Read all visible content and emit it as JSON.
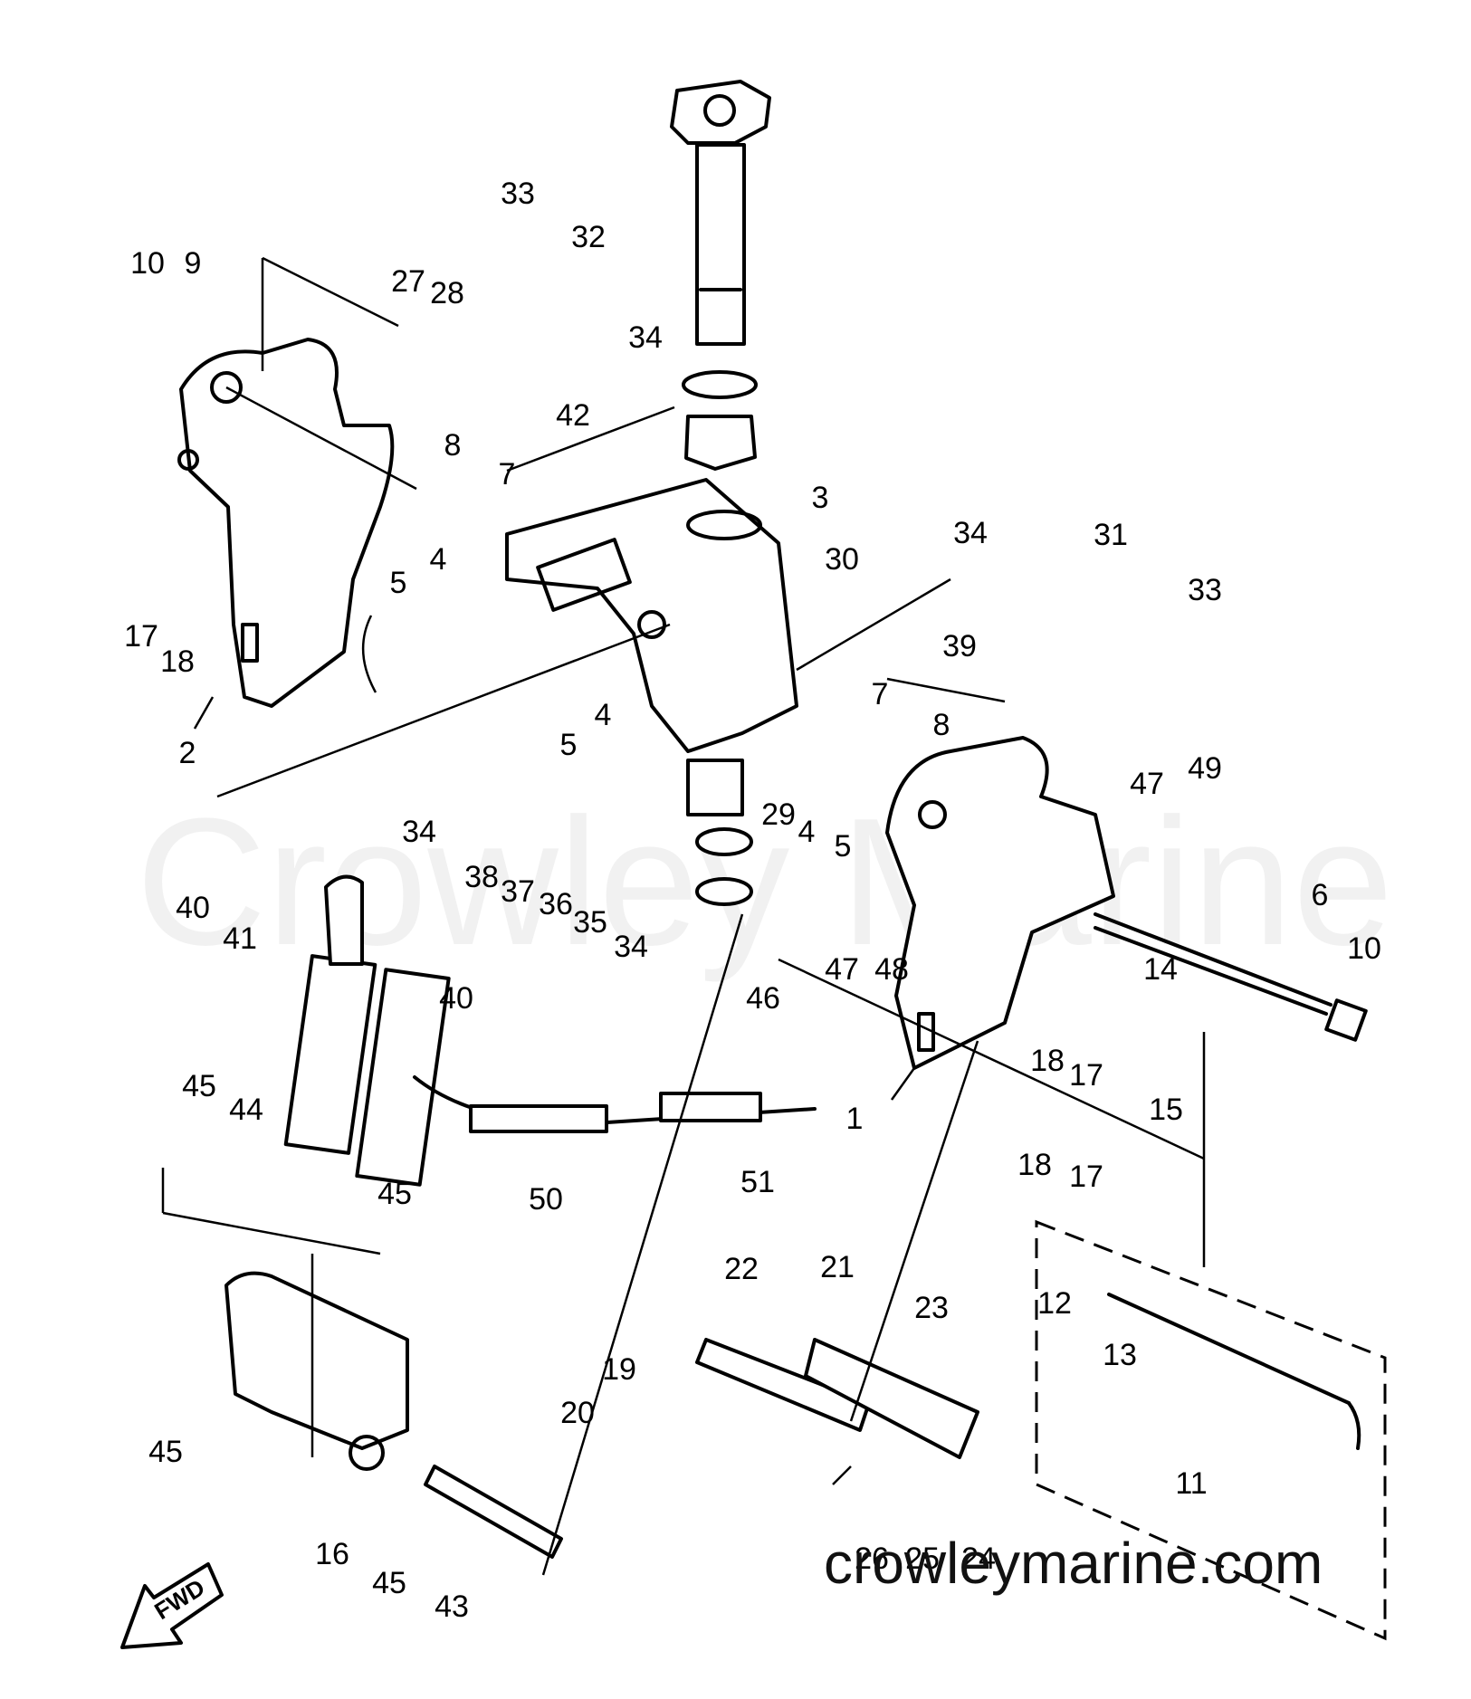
{
  "diagram": {
    "watermark": "Crowley Marine",
    "website": "crowleymarine.com",
    "direction_label": "FWD",
    "callouts": [
      {
        "id": "c-10a",
        "label": "10"
      },
      {
        "id": "c-9",
        "label": "9"
      },
      {
        "id": "c-33a",
        "label": "33"
      },
      {
        "id": "c-32",
        "label": "32"
      },
      {
        "id": "c-27",
        "label": "27"
      },
      {
        "id": "c-28",
        "label": "28"
      },
      {
        "id": "c-34a",
        "label": "34"
      },
      {
        "id": "c-42",
        "label": "42"
      },
      {
        "id": "c-8a",
        "label": "8"
      },
      {
        "id": "c-7a",
        "label": "7"
      },
      {
        "id": "c-3",
        "label": "3"
      },
      {
        "id": "c-30",
        "label": "30"
      },
      {
        "id": "c-34b",
        "label": "34"
      },
      {
        "id": "c-31",
        "label": "31"
      },
      {
        "id": "c-33b",
        "label": "33"
      },
      {
        "id": "c-17a",
        "label": "17"
      },
      {
        "id": "c-18a",
        "label": "18"
      },
      {
        "id": "c-4a",
        "label": "4"
      },
      {
        "id": "c-5a",
        "label": "5"
      },
      {
        "id": "c-4b",
        "label": "4"
      },
      {
        "id": "c-5b",
        "label": "5"
      },
      {
        "id": "c-39",
        "label": "39"
      },
      {
        "id": "c-7b",
        "label": "7"
      },
      {
        "id": "c-8b",
        "label": "8"
      },
      {
        "id": "c-2",
        "label": "2"
      },
      {
        "id": "c-34c",
        "label": "34"
      },
      {
        "id": "c-29",
        "label": "29"
      },
      {
        "id": "c-4c",
        "label": "4"
      },
      {
        "id": "c-5c",
        "label": "5"
      },
      {
        "id": "c-47a",
        "label": "47"
      },
      {
        "id": "c-49",
        "label": "49"
      },
      {
        "id": "c-38",
        "label": "38"
      },
      {
        "id": "c-37",
        "label": "37"
      },
      {
        "id": "c-36",
        "label": "36"
      },
      {
        "id": "c-35",
        "label": "35"
      },
      {
        "id": "c-34d",
        "label": "34"
      },
      {
        "id": "c-40a",
        "label": "40"
      },
      {
        "id": "c-41",
        "label": "41"
      },
      {
        "id": "c-6",
        "label": "6"
      },
      {
        "id": "c-47b",
        "label": "47"
      },
      {
        "id": "c-48",
        "label": "48"
      },
      {
        "id": "c-46",
        "label": "46"
      },
      {
        "id": "c-14",
        "label": "14"
      },
      {
        "id": "c-40b",
        "label": "40"
      },
      {
        "id": "c-10b",
        "label": "10"
      },
      {
        "id": "c-18b",
        "label": "18"
      },
      {
        "id": "c-17b",
        "label": "17"
      },
      {
        "id": "c-15",
        "label": "15"
      },
      {
        "id": "c-45a",
        "label": "45"
      },
      {
        "id": "c-44",
        "label": "44"
      },
      {
        "id": "c-1",
        "label": "1"
      },
      {
        "id": "c-18c",
        "label": "18"
      },
      {
        "id": "c-17c",
        "label": "17"
      },
      {
        "id": "c-50",
        "label": "50"
      },
      {
        "id": "c-51",
        "label": "51"
      },
      {
        "id": "c-45b",
        "label": "45"
      },
      {
        "id": "c-22",
        "label": "22"
      },
      {
        "id": "c-21",
        "label": "21"
      },
      {
        "id": "c-23",
        "label": "23"
      },
      {
        "id": "c-12",
        "label": "12"
      },
      {
        "id": "c-13",
        "label": "13"
      },
      {
        "id": "c-19",
        "label": "19"
      },
      {
        "id": "c-20",
        "label": "20"
      },
      {
        "id": "c-45c",
        "label": "45"
      },
      {
        "id": "c-11",
        "label": "11"
      },
      {
        "id": "c-16",
        "label": "16"
      },
      {
        "id": "c-45d",
        "label": "45"
      },
      {
        "id": "c-43",
        "label": "43"
      },
      {
        "id": "c-26",
        "label": "26"
      },
      {
        "id": "c-25",
        "label": "25"
      },
      {
        "id": "c-24",
        "label": "24"
      }
    ]
  }
}
